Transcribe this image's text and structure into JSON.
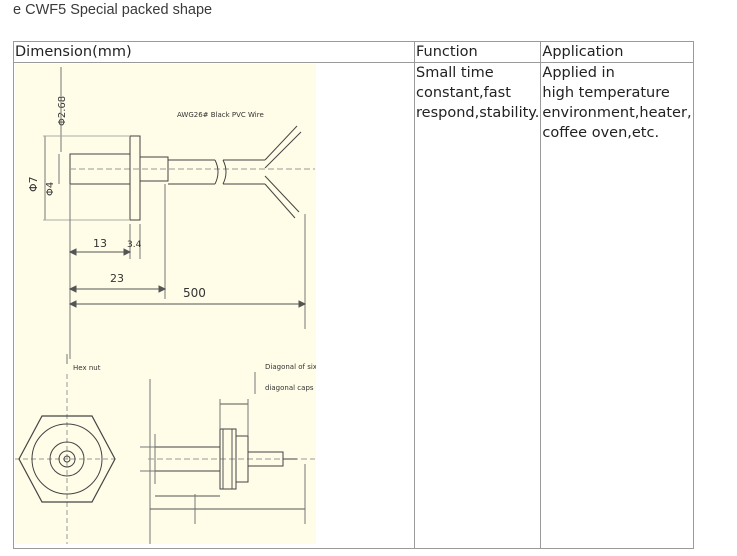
{
  "heading": "e CWF5 Special packed shape",
  "table": {
    "headers": [
      "Dimension(mm)",
      "Function",
      "Application"
    ],
    "function_lines": [
      "Small time",
      "constant,fast",
      "respond,stability."
    ],
    "application_lines": [
      "Applied in",
      "high temperature",
      "environment,heater,",
      "coffee oven,etc."
    ]
  },
  "drawing": {
    "phi_268": "Φ2.68",
    "phi_7": "Φ7",
    "phi_4": "Φ4",
    "wire_label": "AWG26# Black PVC Wire",
    "dim_13": "13",
    "dim_34": "3.4",
    "dim_23": "23",
    "dim_500": "500",
    "hex_nut": "Hex nut",
    "diag_line1": "Diagonal of six",
    "diag_line2": "diagonal caps",
    "colors": {
      "paper": "#fffde8",
      "line": "#555555",
      "ink": "#333333"
    }
  }
}
